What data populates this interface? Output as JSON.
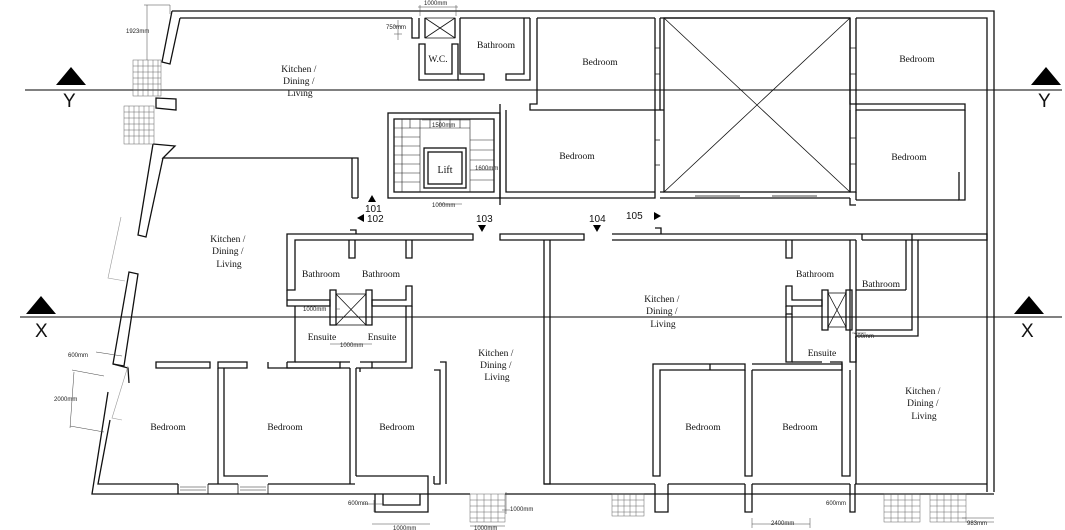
{
  "rooms": {
    "kitchen_top_left": [
      "Kitchen /",
      "Dining /",
      "Living"
    ],
    "wc": "W.C.",
    "bathroom_top": "Bathroom",
    "bedroom_top_1": "Bedroom",
    "bedroom_top_2": "Bedroom",
    "bedroom_top_right_1": "Bedroom",
    "bedroom_top_right_2": "Bedroom",
    "lift": "Lift",
    "kitchen_left": [
      "Kitchen /",
      "Dining /",
      "Living"
    ],
    "bathroom_left_1": "Bathroom",
    "bathroom_left_2": "Bathroom",
    "ensuite_left_1": "Ensuite",
    "ensuite_left_2": "Ensuite",
    "kitchen_mid": [
      "Kitchen /",
      "Dining /",
      "Living"
    ],
    "kitchen_center": [
      "Kitchen /",
      "Dining /",
      "Living"
    ],
    "bathroom_right_1": "Bathroom",
    "bathroom_right_2": "Bathroom",
    "ensuite_right": "Ensuite",
    "kitchen_right": [
      "Kitchen /",
      "Dining /",
      "Living"
    ],
    "bedroom_bottom_1": "Bedroom",
    "bedroom_bottom_2": "Bedroom",
    "bedroom_bottom_3": "Bedroom",
    "bedroom_bottom_4": "Bedroom",
    "bedroom_bottom_5": "Bedroom"
  },
  "units": {
    "u101": "101",
    "u102": "102",
    "u103": "103",
    "u104": "104",
    "u105": "105"
  },
  "section_markers": {
    "y_left": "Y",
    "y_right": "Y",
    "x_left": "X",
    "x_right": "X"
  },
  "dimensions": {
    "d_1923": "1923mm",
    "d_1000_top": "1000mm",
    "d_750": "750mm",
    "d_1500": "1500mm",
    "d_1600": "1600mm",
    "d_1000_lift": "1000mm",
    "d_1000_ens": "1000mm",
    "d_1000_ens2": "1000mm",
    "d_700": "700mm",
    "d_600_left": "600mm",
    "d_2000": "2000mm",
    "d_600_bottom": "600mm",
    "d_1000_bottom": "1000mm",
    "d_1000_bl": "1000mm",
    "d_1000_bl2": "1000mm",
    "d_2400": "2400mm",
    "d_600_right": "600mm",
    "d_983": "983mm"
  }
}
